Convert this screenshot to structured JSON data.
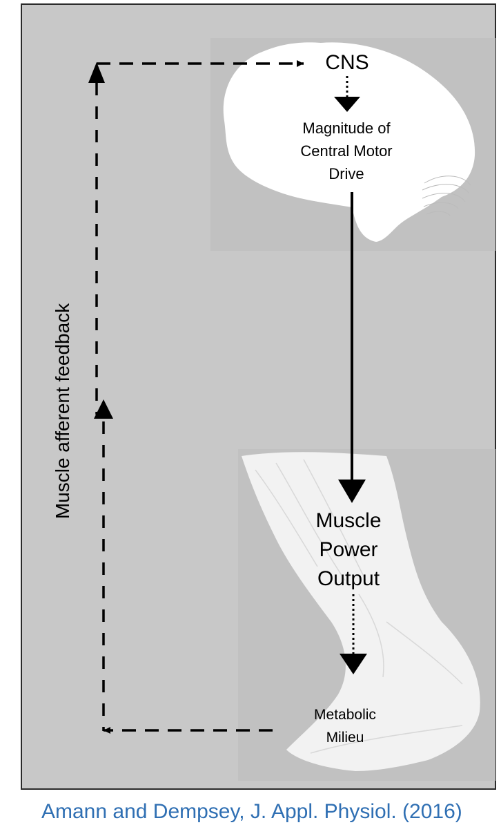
{
  "diagram": {
    "labels": {
      "cns": "CNS",
      "central_drive": [
        "Magnitude of",
        "Central Motor",
        "Drive"
      ],
      "muscle_output": [
        "Muscle",
        "Power",
        "Output"
      ],
      "metabolic": [
        "Metabolic",
        "Milieu"
      ],
      "feedback": "Muscle afferent feedback"
    },
    "colors": {
      "panel_background": "#c8c8c8",
      "brain_fill": "#ffffff",
      "muscle_fill": "#f2f2f2",
      "arrows": "#000000",
      "citation_text": "#2f6fb3"
    }
  },
  "citation": "Amann and Dempsey, J. Appl. Physiol. (2016)"
}
